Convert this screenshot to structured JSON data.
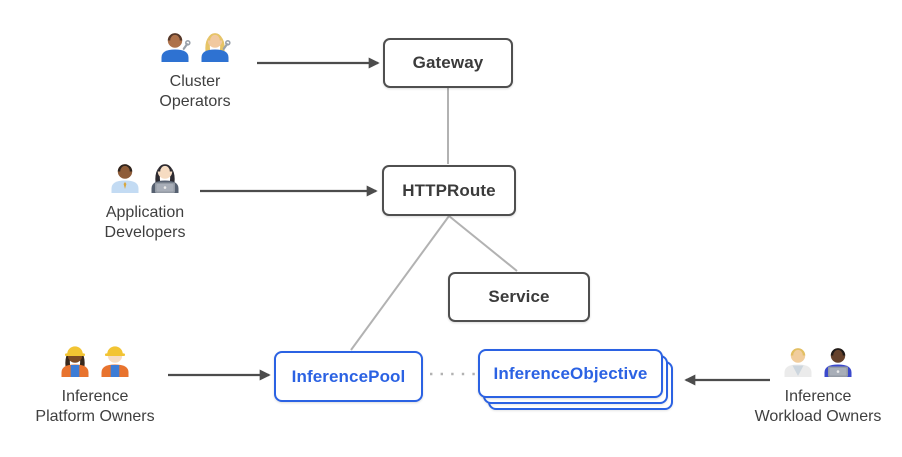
{
  "diagram": {
    "nodes": {
      "gateway": {
        "label": "Gateway"
      },
      "httproute": {
        "label": "HTTPRoute"
      },
      "service": {
        "label": "Service"
      },
      "inference_pool": {
        "label": "InferencePool"
      },
      "inference_objective": {
        "label": "InferenceObjective",
        "stacked_copies": 3
      }
    },
    "actors": [
      {
        "id": "cluster-operators",
        "line1": "Cluster",
        "line2": "Operators",
        "icons": [
          "man-mechanic-icon",
          "woman-mechanic-icon"
        ]
      },
      {
        "id": "application-developers",
        "line1": "Application",
        "line2": "Developers",
        "icons": [
          "man-office-worker-icon",
          "woman-technologist-icon"
        ]
      },
      {
        "id": "inference-platform-owners",
        "line1": "Inference",
        "line2": "Platform Owners",
        "icons": [
          "woman-construction-worker-icon",
          "man-construction-worker-icon"
        ]
      },
      {
        "id": "inference-workload-owners",
        "line1": "Inference",
        "line2": "Workload Owners",
        "icons": [
          "health-worker-icon",
          "man-technologist-icon"
        ]
      }
    ],
    "edges": [
      {
        "from": "gateway",
        "to": "httproute",
        "style": "solid-gray"
      },
      {
        "from": "httproute",
        "to": "inference_pool",
        "style": "solid-gray"
      },
      {
        "from": "httproute",
        "to": "service",
        "style": "solid-gray"
      },
      {
        "from": "inference_pool",
        "to": "inference_objective",
        "style": "dotted-gray"
      },
      {
        "from": "cluster-operators",
        "to": "gateway",
        "style": "dark-arrow"
      },
      {
        "from": "application-developers",
        "to": "httproute",
        "style": "dark-arrow"
      },
      {
        "from": "inference-platform-owners",
        "to": "inference_pool",
        "style": "dark-arrow"
      },
      {
        "from": "inference-workload-owners",
        "to": "inference_objective",
        "style": "dark-arrow"
      }
    ],
    "colors": {
      "background": "#ffffff",
      "node_border": "#4f4f4f",
      "node_text": "#3b3b3b",
      "accent_blue": "#2b62e3",
      "connector_gray": "#b2b2b2",
      "arrow_dark": "#4c4c4c",
      "label_text": "#3f3f3f"
    }
  }
}
